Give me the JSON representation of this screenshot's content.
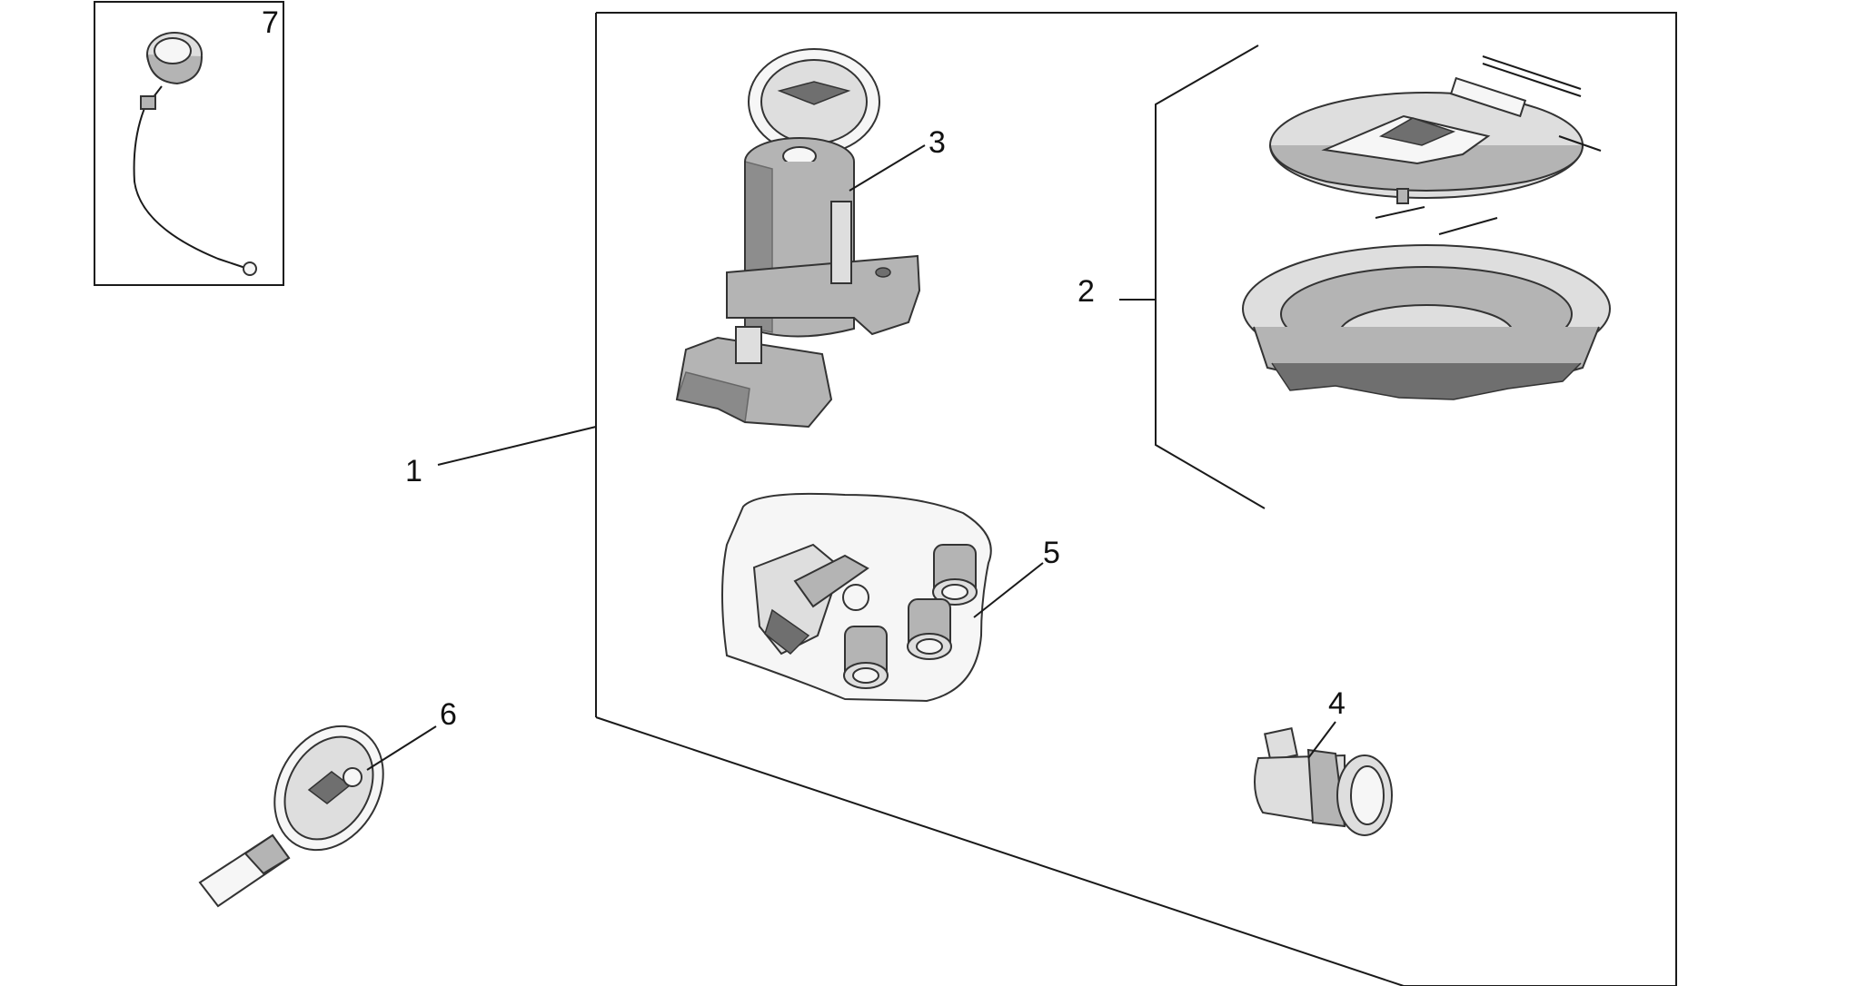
{
  "callouts": [
    {
      "id": "1",
      "label": "1"
    },
    {
      "id": "2",
      "label": "2"
    },
    {
      "id": "3",
      "label": "3"
    },
    {
      "id": "4",
      "label": "4"
    },
    {
      "id": "5",
      "label": "5"
    },
    {
      "id": "6",
      "label": "6"
    },
    {
      "id": "7",
      "label": "7"
    }
  ],
  "colors": {
    "line": "#1a1a1a",
    "part_dark": "#8c8c8c",
    "part_mid": "#b4b4b4",
    "part_light": "#dedede",
    "background": "#ffffff"
  }
}
